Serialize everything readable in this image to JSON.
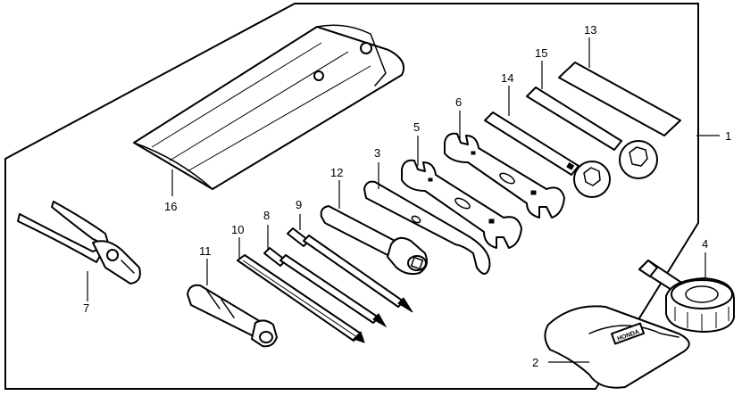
{
  "callouts": {
    "c1": "1",
    "c2": "2",
    "c3": "3",
    "c4": "4",
    "c5": "5",
    "c6": "6",
    "c7": "7",
    "c8": "8",
    "c9": "9",
    "c10": "10",
    "c11": "11",
    "c12": "12",
    "c13": "13",
    "c14": "14",
    "c15": "15",
    "c16": "16"
  },
  "pouch_brand": "HONDA"
}
